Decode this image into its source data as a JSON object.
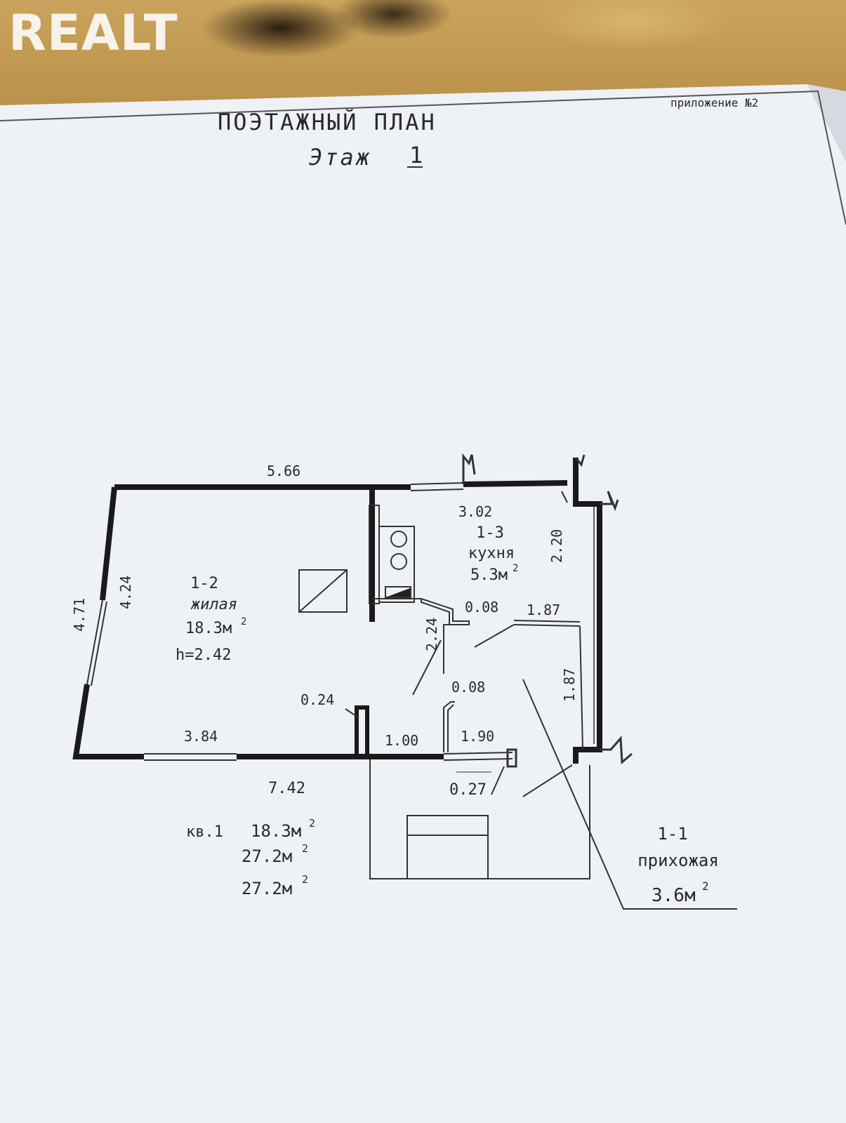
{
  "watermark": "REALT",
  "appendix": "приложение №2",
  "title": "ПОЭТАЖНЫЙ ПЛАН",
  "floor_word": "Этаж",
  "floor_number": "1",
  "rooms": {
    "living": {
      "id": "1-2",
      "name": "жилая",
      "area": "18.3м",
      "height": "h=2.42"
    },
    "kitchen": {
      "id": "1-3",
      "name": "кухня",
      "area": "5.3м"
    },
    "hall": {
      "id": "1-1",
      "name": "прихожая",
      "area": "3.6м"
    }
  },
  "squared": "2",
  "dimensions": {
    "top_total": "5.66",
    "kitchen_width": "3.02",
    "kitchen_depth": "2.20",
    "left_outer": "4.71",
    "left_inner": "4.24",
    "partition_height": "2.24",
    "wall_a": "0.08",
    "wall_b": "0.08",
    "hall_right_top": "1.87",
    "hall_right_side": "1.87",
    "stub": "0.24",
    "bottom_left": "3.84",
    "opening": "1.00",
    "hall_bottom": "1.90",
    "bottom_total": "7.42",
    "corner": "0.27"
  },
  "summary": {
    "apartment": "кв.1",
    "living_area": "18.3м",
    "total_area": "27.2м",
    "total_area_2": "27.2м"
  }
}
